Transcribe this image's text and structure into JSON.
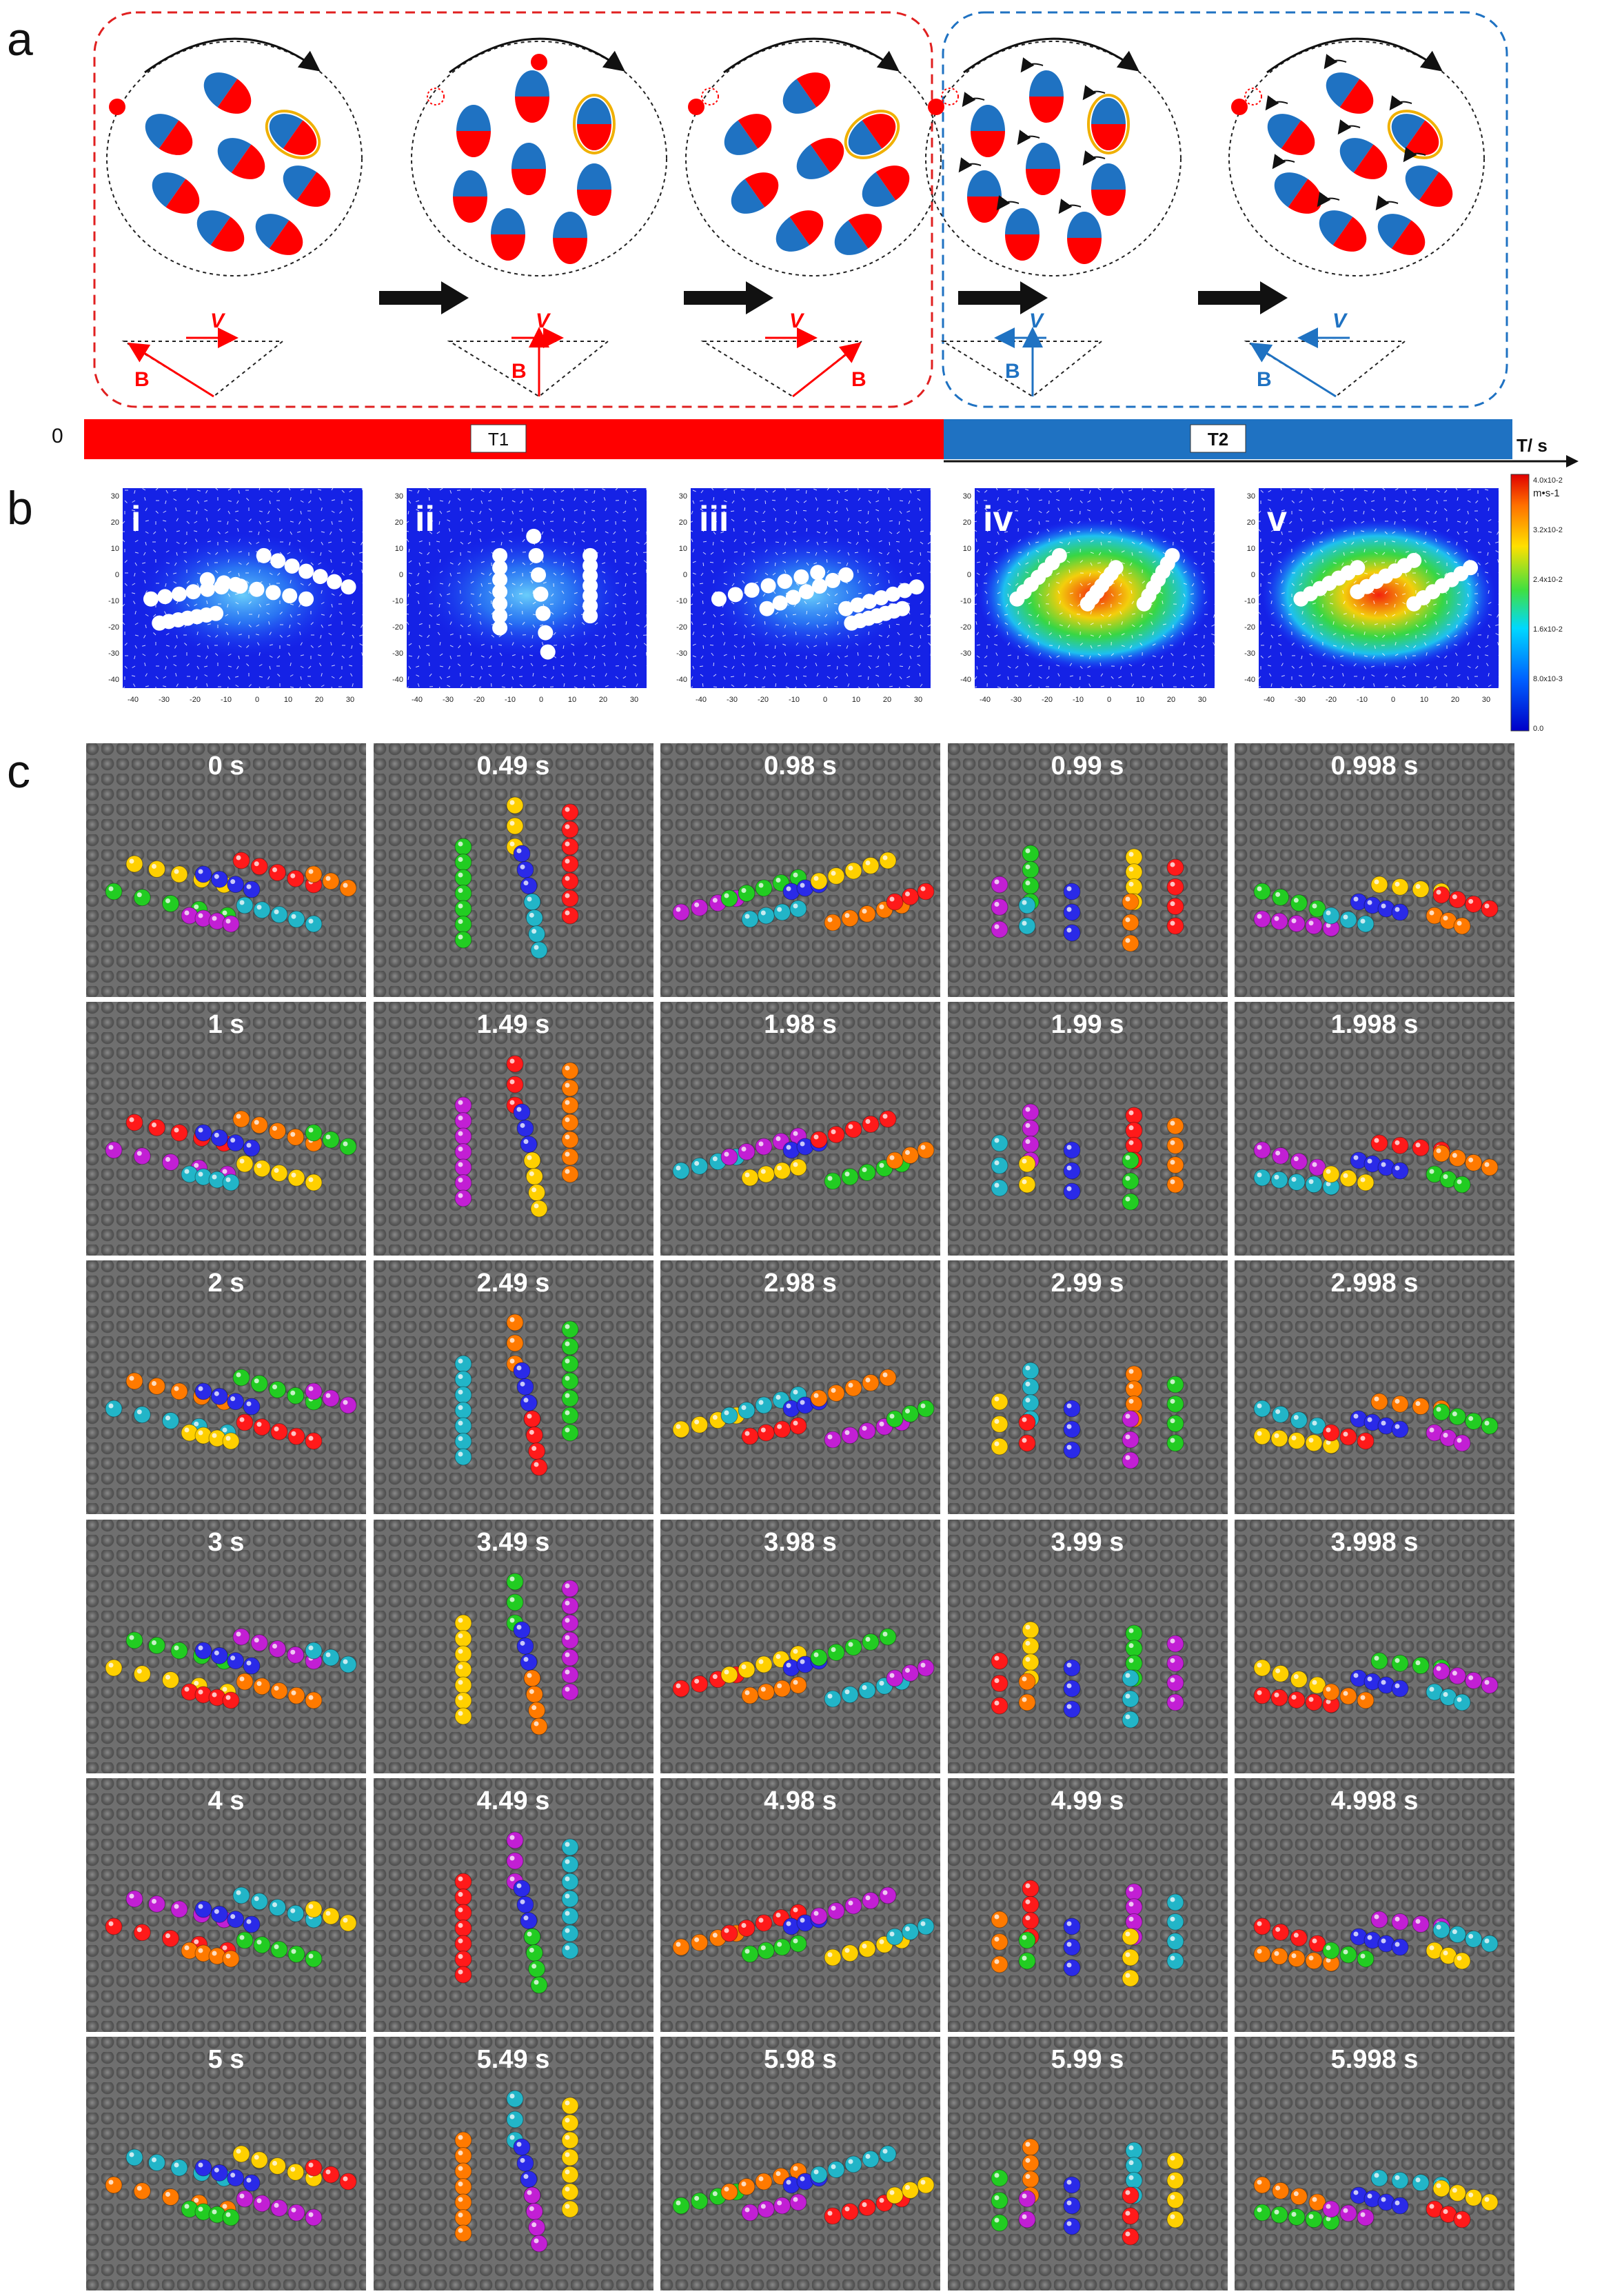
{
  "panels": {
    "a": "a",
    "b": "b",
    "c": "c"
  },
  "panel_a": {
    "v_label": "V",
    "b_label": "B",
    "timeline_start": "0",
    "phase1_label": "T1",
    "phase2_label": "T2",
    "time_axis_label": "T/ s",
    "colors": {
      "phase1": "#ff0000",
      "phase2": "#1f72c2",
      "dipole_red": "#ff0000",
      "dipole_blue": "#1f72c2"
    }
  },
  "panel_b": {
    "subpanels": [
      "i",
      "ii",
      "iii",
      "iv",
      "v"
    ],
    "yticks": [
      "30",
      "20",
      "10",
      "0",
      "-10",
      "-20",
      "-30",
      "-40"
    ],
    "xticks": [
      "-40",
      "-30",
      "-20",
      "-10",
      "0",
      "10",
      "20",
      "30"
    ],
    "colorbar_ticks": [
      "4.0x10-2",
      "3.2x10-2",
      "2.4x10-2",
      "1.6x10-2",
      "8.0x10-3",
      "0.0"
    ],
    "colorbar_unit": "m•s-1"
  },
  "panel_c": {
    "times": [
      [
        "0 s",
        "0.49 s",
        "0.98 s",
        "0.99 s",
        "0.998 s"
      ],
      [
        "1 s",
        "1.49 s",
        "1.98 s",
        "1.99 s",
        "1.998 s"
      ],
      [
        "2 s",
        "2.49 s",
        "2.98 s",
        "2.99 s",
        "2.998 s"
      ],
      [
        "3 s",
        "3.49 s",
        "3.98 s",
        "3.99 s",
        "3.998 s"
      ],
      [
        "4 s",
        "4.49 s",
        "4.98 s",
        "4.99 s",
        "4.998 s"
      ],
      [
        "5 s",
        "5.49 s",
        "5.98 s",
        "5.99 s",
        "5.998 s"
      ]
    ],
    "particle_colors": [
      "#2a2ae8",
      "#ffd000",
      "#ff1a1a",
      "#ff7a00",
      "#22cc22",
      "#c21fd4",
      "#22b5c8"
    ]
  }
}
